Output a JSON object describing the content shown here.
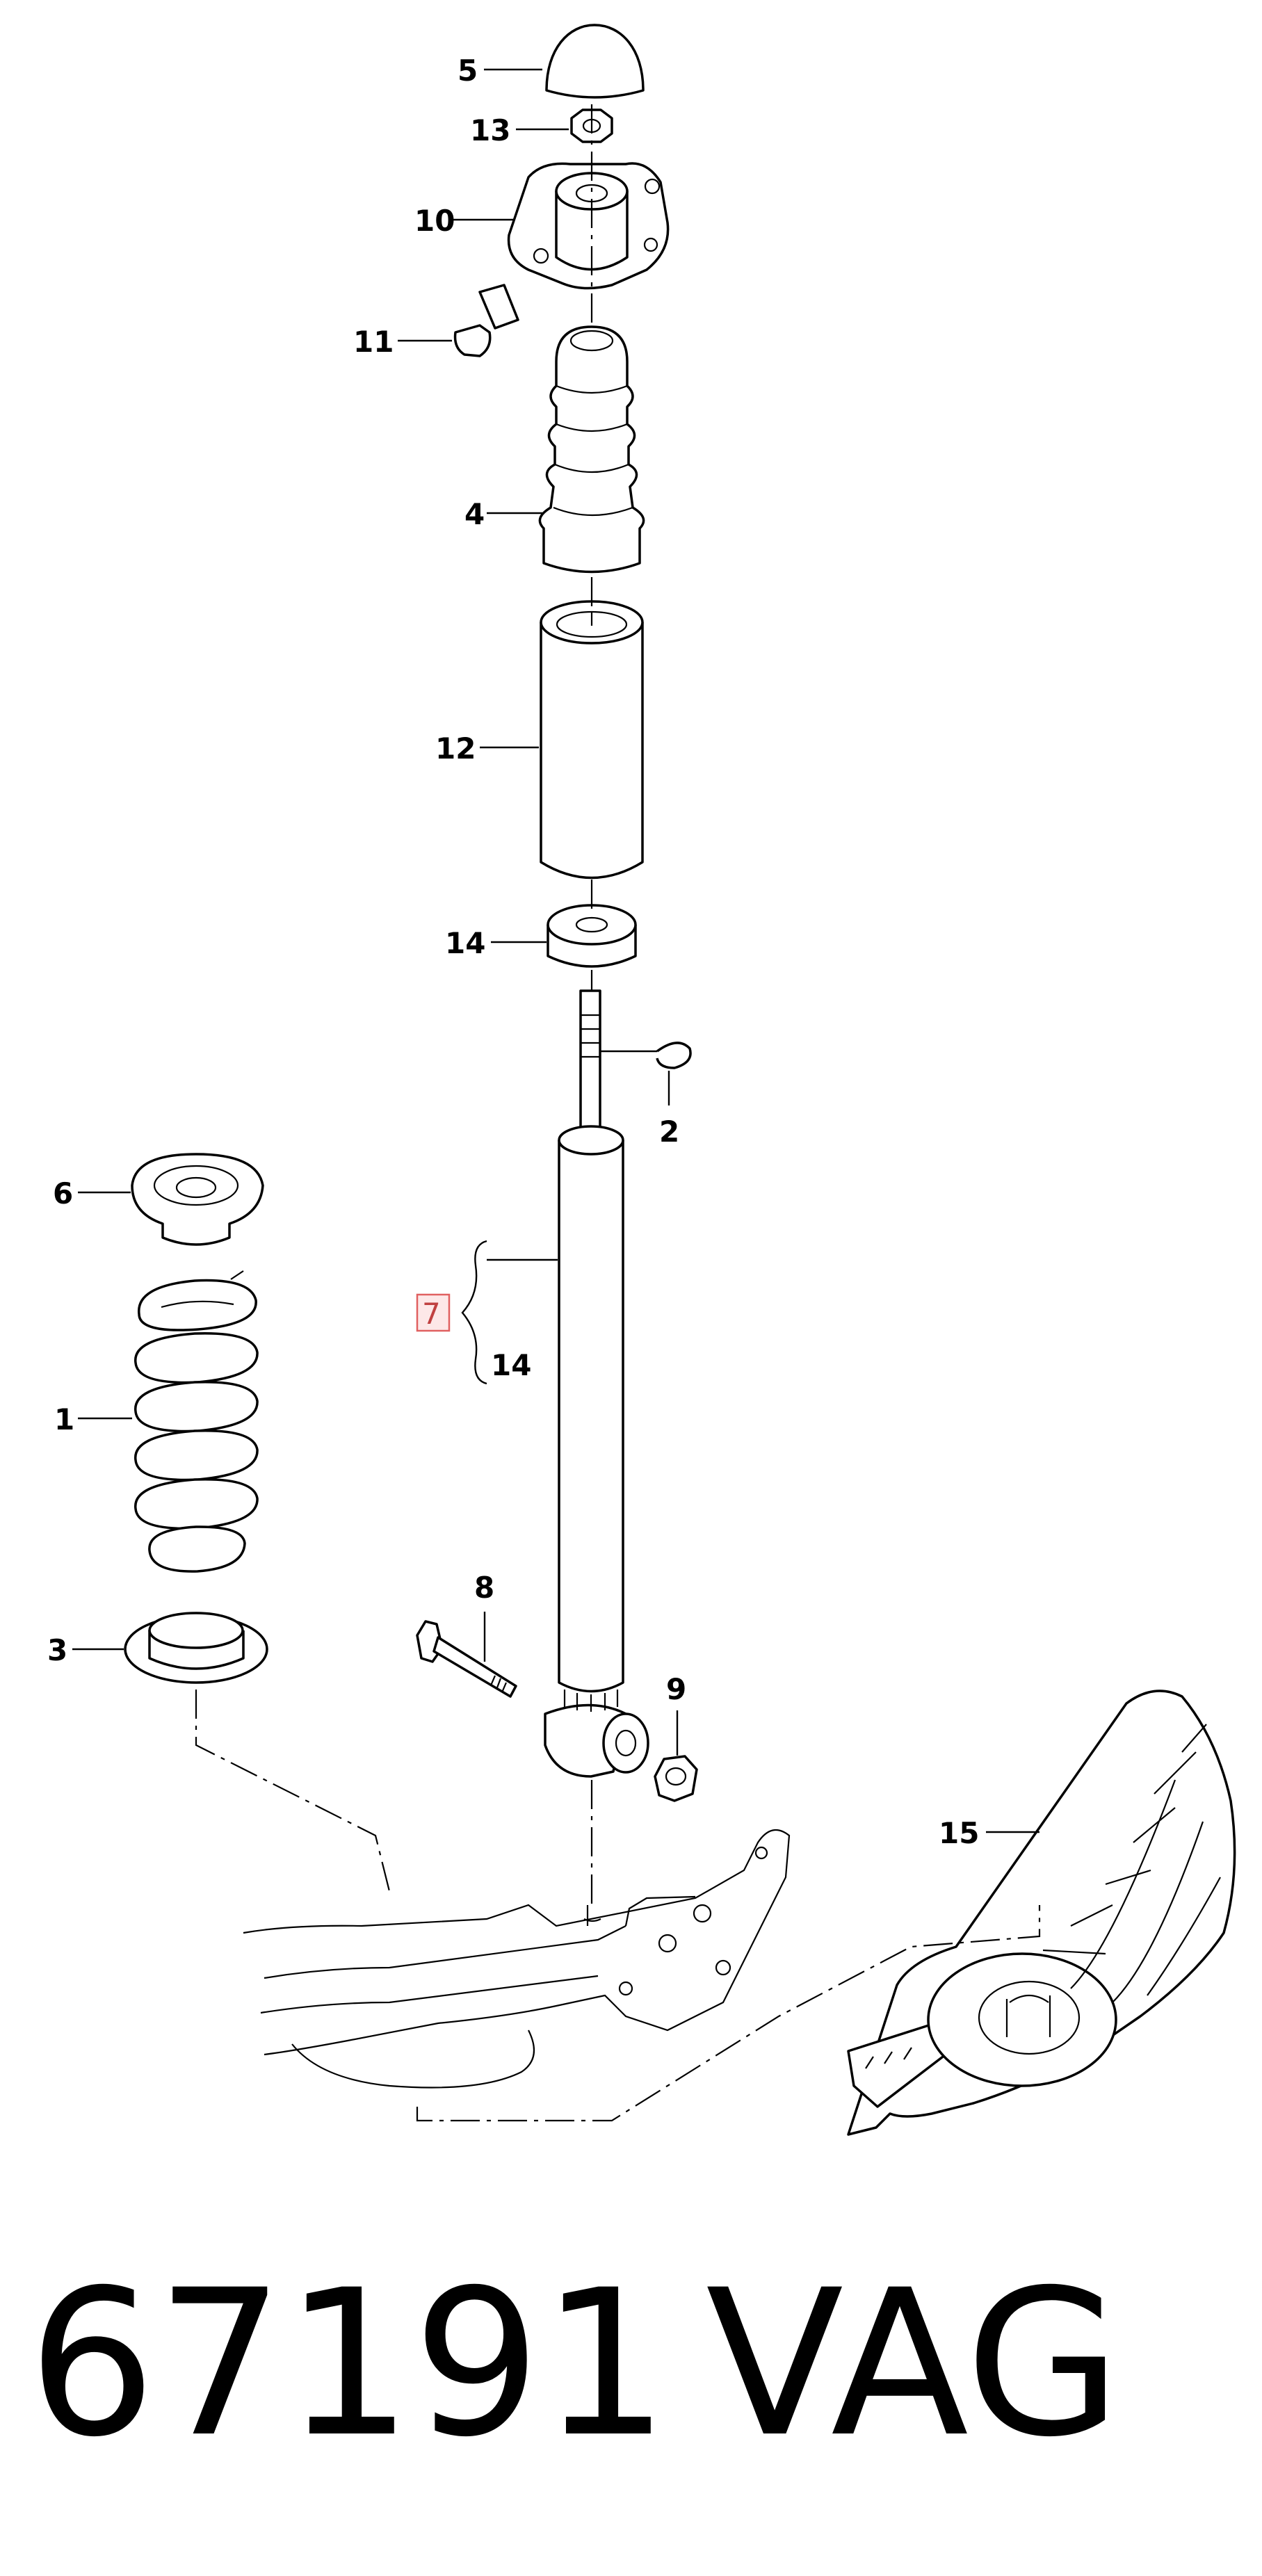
{
  "callouts": {
    "c5": "5",
    "c13": "13",
    "c10": "10",
    "c11": "11",
    "c4": "4",
    "c12": "12",
    "c14_bump": "14",
    "c2": "2",
    "c6": "6",
    "c7": "7",
    "c14_shock": "14",
    "c1": "1",
    "c8": "8",
    "c9": "9",
    "c3": "3",
    "c15": "15"
  },
  "footer": {
    "part_number": "67191",
    "brand": "VAG"
  },
  "colors": {
    "line": "#000000",
    "highlight_box": "#e06060",
    "highlight_fill": "#fde8e8",
    "highlight_text": "#c04040"
  }
}
